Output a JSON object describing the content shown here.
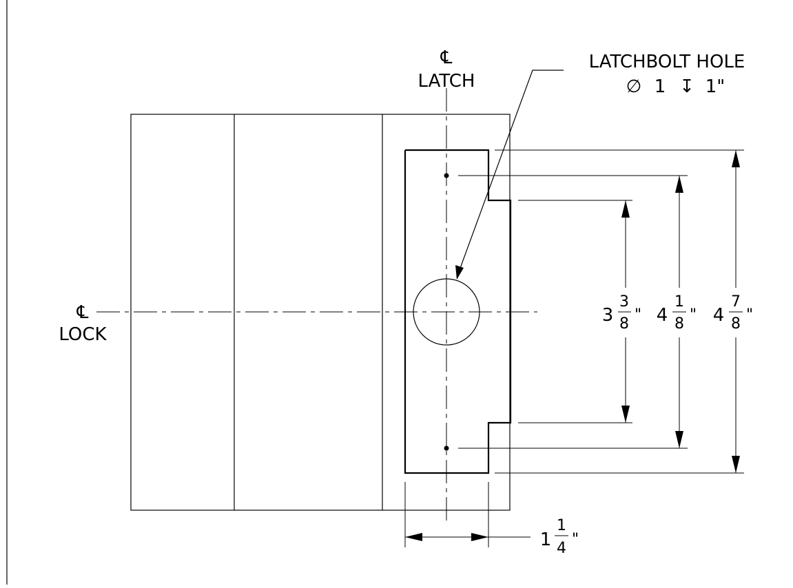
{
  "drawing": {
    "centerline_symbol": "℄",
    "latch_label": "LATCH",
    "lock_label": "LOCK",
    "callout": {
      "title": "LATCHBOLT HOLE",
      "diameter_symbol": "∅",
      "diameter": "1",
      "depth_symbol": "↧",
      "depth": "1\""
    },
    "dimensions": {
      "d1": {
        "whole": "3",
        "num": "3",
        "den": "8",
        "unit": "\""
      },
      "d2": {
        "whole": "4",
        "num": "1",
        "den": "8",
        "unit": "\""
      },
      "d3": {
        "whole": "4",
        "num": "7",
        "den": "8",
        "unit": "\""
      },
      "width": {
        "whole": "1",
        "num": "1",
        "den": "4",
        "unit": "\""
      }
    }
  }
}
